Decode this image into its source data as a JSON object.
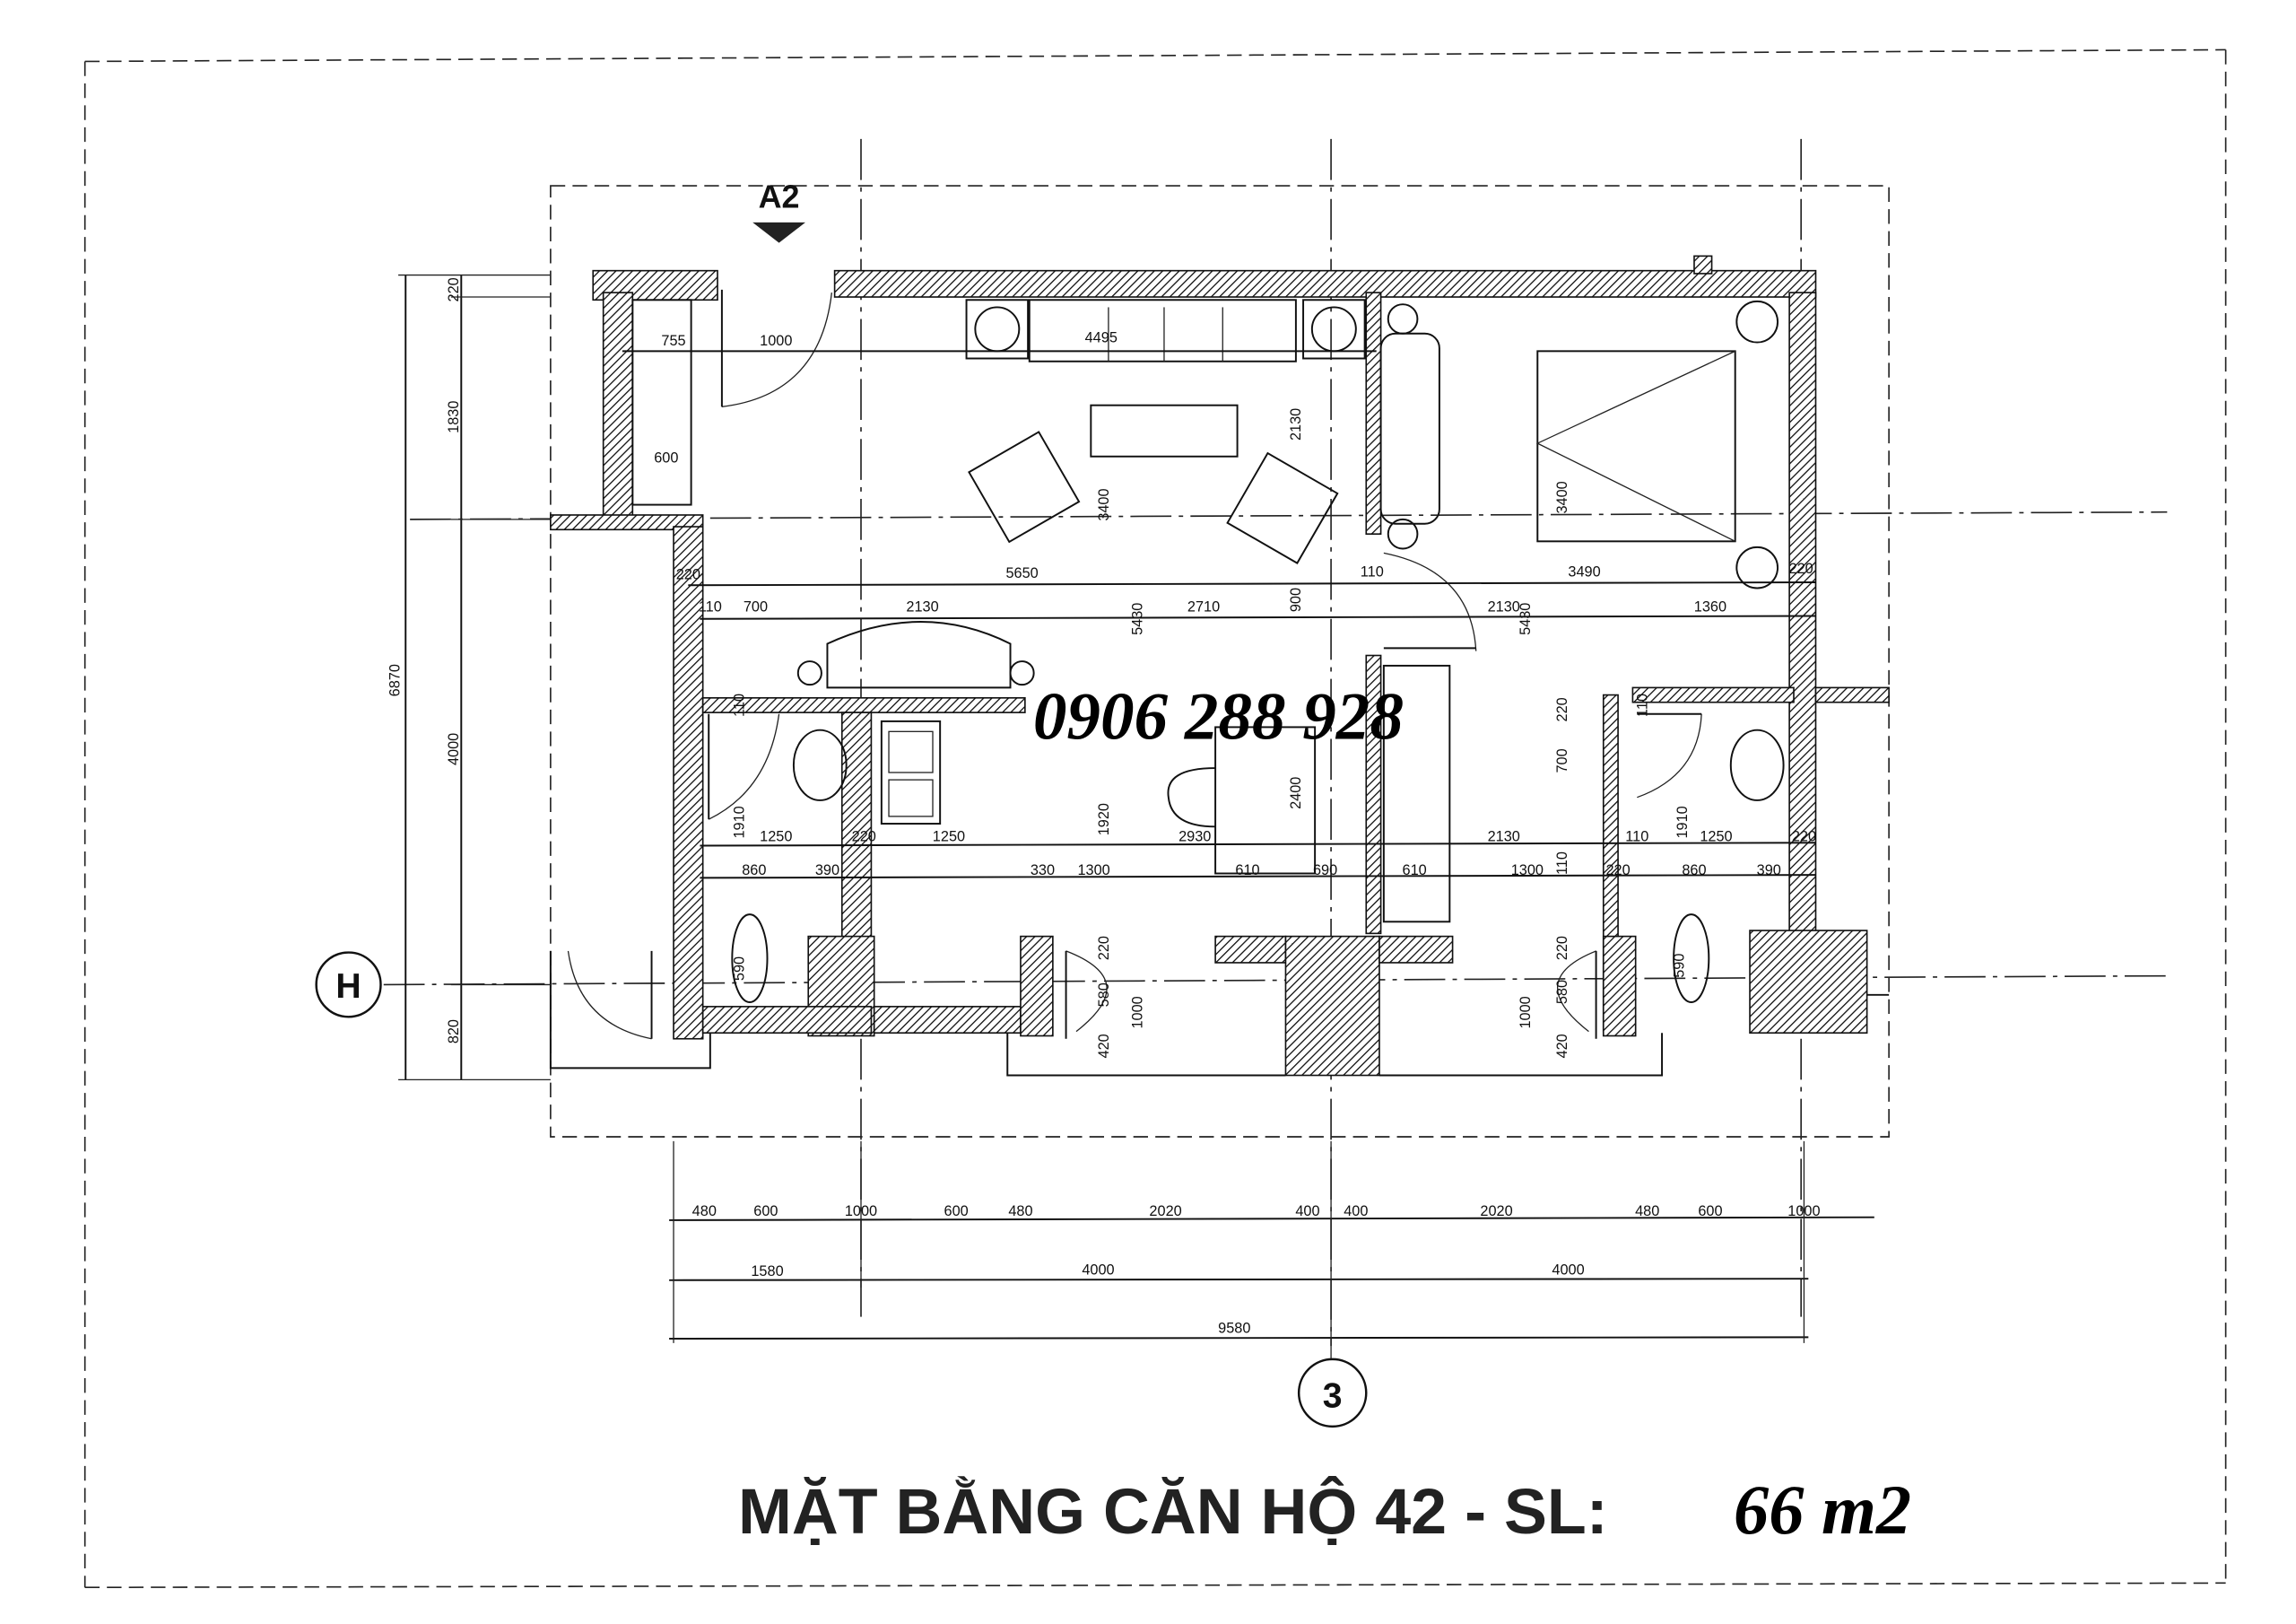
{
  "title": {
    "main": "MẶT BẰNG CĂN HỘ 42 - SL:",
    "area": "66 m2"
  },
  "watermark_phone": "0906 288 928",
  "markers": {
    "section": "A2",
    "grid_row": "H",
    "grid_col": "3"
  },
  "dims": {
    "left": [
      "220",
      "1830",
      "6870",
      "4000",
      "820"
    ],
    "interior": [
      "755",
      "1000",
      "4495",
      "600",
      "5650",
      "110",
      "3490",
      "220",
      "220",
      "110",
      "700",
      "2130",
      "2710",
      "2130",
      "1360",
      "3400",
      "2130",
      "3400",
      "5430",
      "900",
      "5430",
      "220",
      "700",
      "110",
      "110",
      "1910",
      "1910",
      "1920",
      "2400",
      "1250",
      "220",
      "1250",
      "2930",
      "2130",
      "110",
      "1250",
      "220",
      "860",
      "390",
      "330",
      "1300",
      "610",
      "690",
      "610",
      "1300",
      "110",
      "220",
      "860",
      "390",
      "590",
      "590",
      "220",
      "580",
      "1000",
      "420",
      "1000",
      "580",
      "220",
      "420"
    ],
    "bottom_row1": [
      "480",
      "600",
      "1000",
      "600",
      "480",
      "2020",
      "400",
      "400",
      "2020",
      "480",
      "600",
      "1000"
    ],
    "bottom_row2": [
      "1580",
      "4000",
      "4000"
    ],
    "bottom_total": "9580"
  }
}
